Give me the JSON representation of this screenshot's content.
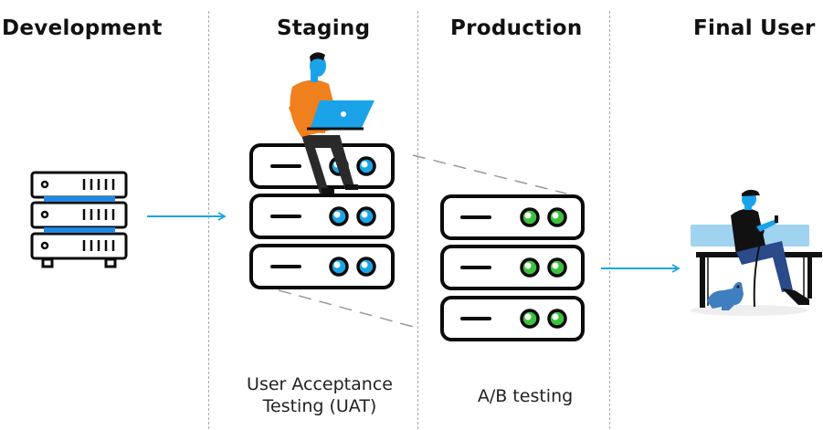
{
  "stages": [
    {
      "title": "Development"
    },
    {
      "title": "Staging",
      "caption_line1": "User Acceptance",
      "caption_line2": "Testing (UAT)"
    },
    {
      "title": "Production",
      "caption_line1": "A/B testing"
    },
    {
      "title": "Final User"
    }
  ],
  "colors": {
    "arrow": "#1ba5e6",
    "server_outline": "#0a0a0a",
    "dev_accent": "#1e88e5",
    "staging_led": "#1ba5e6",
    "production_led": "#3cc23c",
    "person_shirt": "#f07f1e",
    "laptop": "#1aa3e8",
    "bench": "#9fd3ef"
  },
  "icons": [
    "dev-server-rack-icon",
    "staging-server-stack-icon",
    "production-server-stack-icon",
    "person-with-laptop-icon",
    "person-on-bench-with-dog-icon"
  ]
}
